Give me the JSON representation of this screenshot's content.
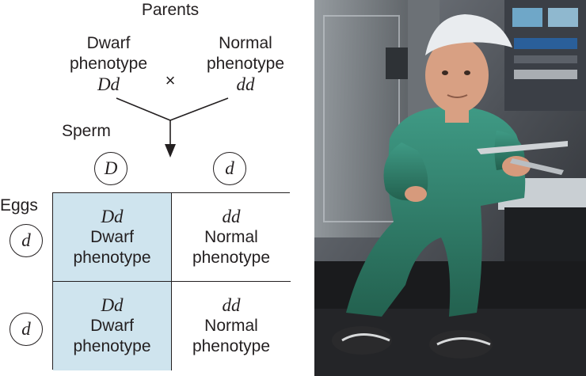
{
  "parents": {
    "title": "Parents",
    "left": {
      "line1": "Dwarf",
      "line2": "phenotype",
      "genotype": "Dd"
    },
    "right": {
      "line1": "Normal",
      "line2": "phenotype",
      "genotype": "dd"
    },
    "cross_symbol": "×"
  },
  "sperm": {
    "label": "Sperm",
    "alleles": [
      "D",
      "d"
    ]
  },
  "eggs": {
    "label": "Eggs",
    "alleles": [
      "d",
      "d"
    ]
  },
  "punnett": {
    "rows": [
      [
        {
          "genotype": "Dd",
          "line1": "Dwarf",
          "line2": "phenotype"
        },
        {
          "genotype": "dd",
          "line1": "Normal",
          "line2": "phenotype"
        }
      ],
      [
        {
          "genotype": "Dd",
          "line1": "Dwarf",
          "line2": "phenotype"
        },
        {
          "genotype": "dd",
          "line1": "Normal",
          "line2": "phenotype"
        }
      ]
    ]
  },
  "colors": {
    "dwarf_cell": "#cfe4ee",
    "normal_cell": "#ffffff",
    "ink": "#231f20"
  }
}
